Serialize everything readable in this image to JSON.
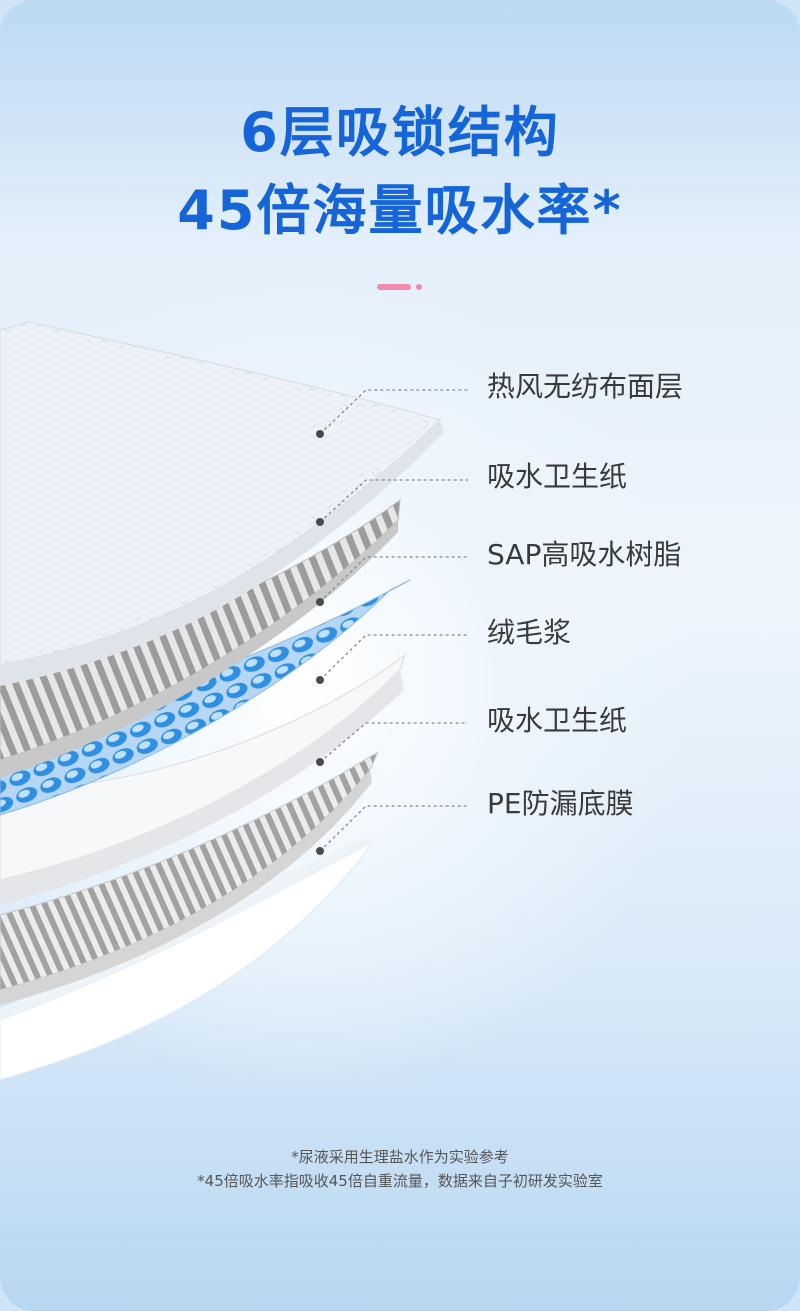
{
  "header": {
    "title_line1": "6层吸锁结构",
    "title_line2": "45倍海量吸水率*"
  },
  "layers": [
    {
      "label": "热风无纺布面层"
    },
    {
      "label": "吸水卫生纸"
    },
    {
      "label": "SAP高吸水树脂"
    },
    {
      "label": "绒毛浆"
    },
    {
      "label": "吸水卫生纸"
    },
    {
      "label": "PE防漏底膜"
    }
  ],
  "footnotes": {
    "note1": "*尿液采用生理盐水作为实验参考",
    "note2": "*45倍吸水率指吸收45倍自重流量，数据来自子初研发实验室"
  },
  "colors": {
    "title": "#1565d8",
    "accent": "#f28ab0",
    "sap_bead": "#2f8fe0"
  }
}
